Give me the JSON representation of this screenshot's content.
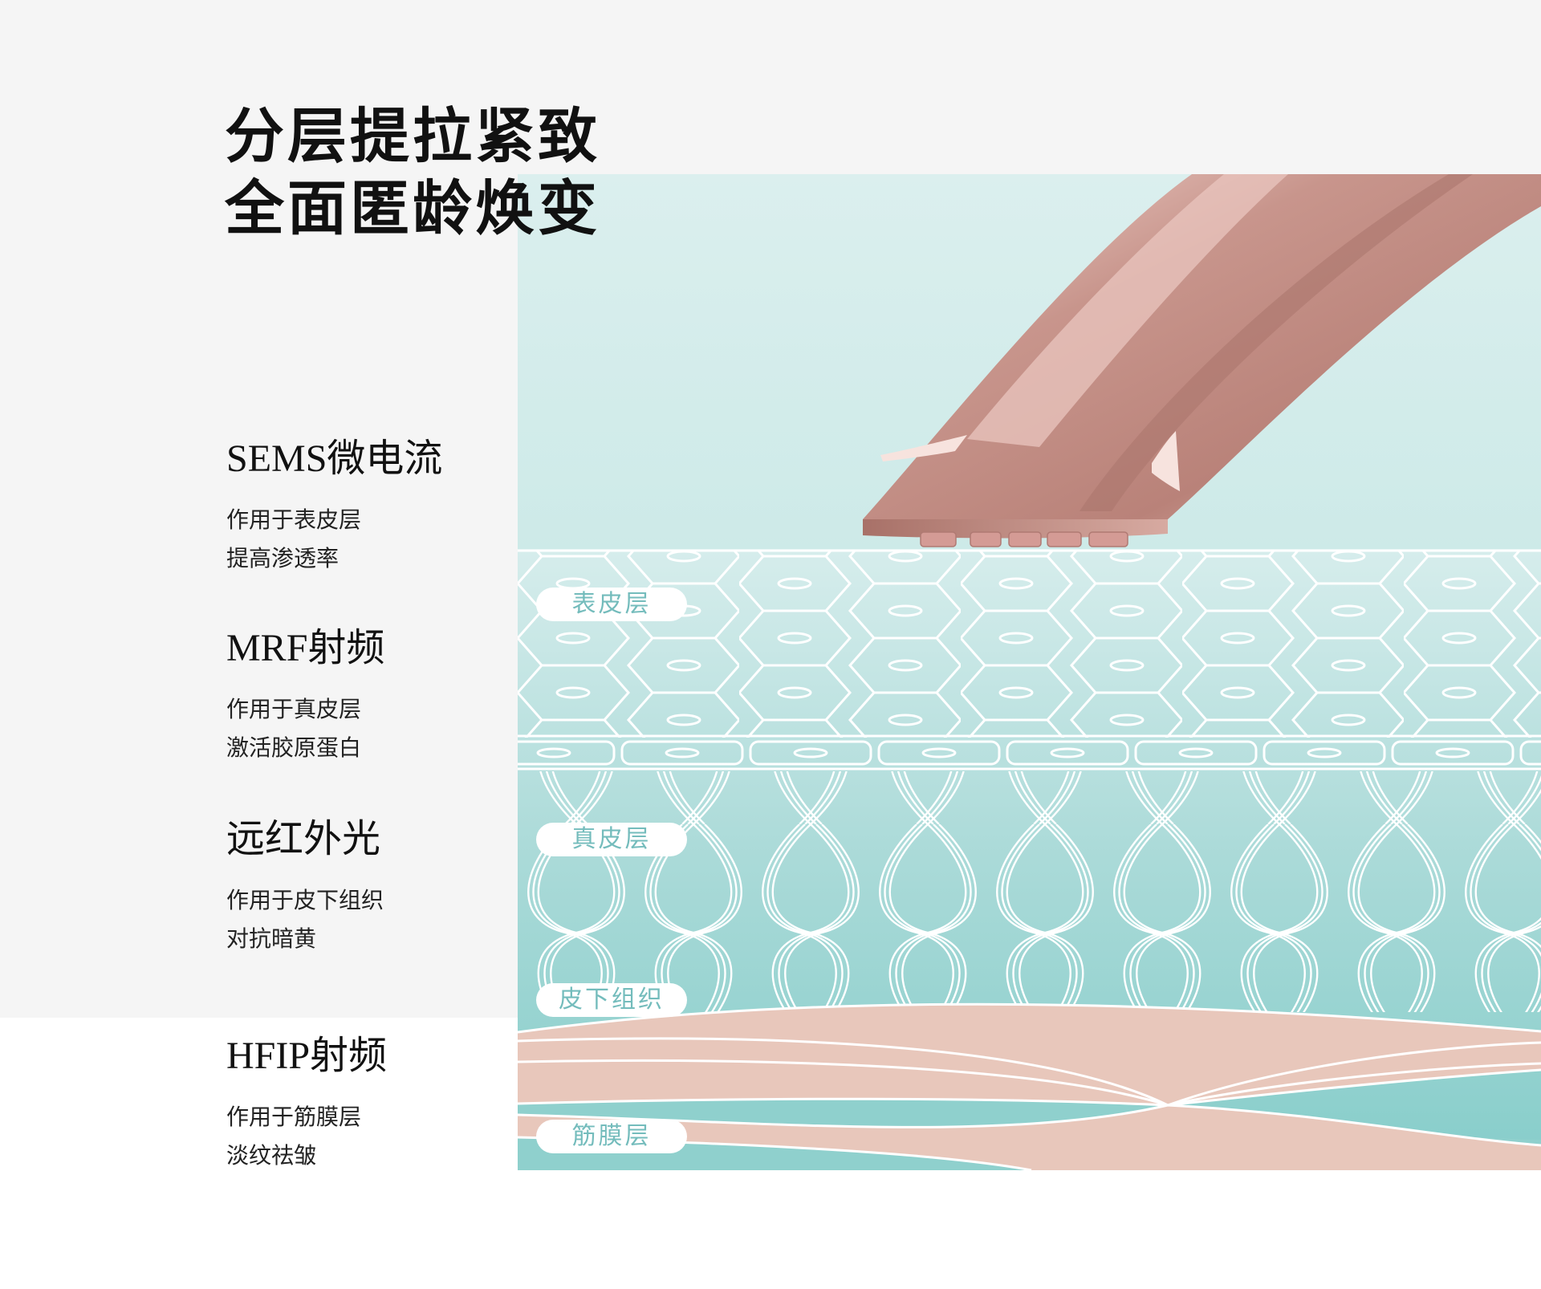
{
  "title": {
    "line1": "分层提拉紧致",
    "line2": "全面匿龄焕变"
  },
  "techs": [
    {
      "name": "SEMS微电流",
      "desc1": "作用于表皮层",
      "desc2": "提高渗透率"
    },
    {
      "name": "MRF射频",
      "desc1": "作用于真皮层",
      "desc2": "激活胶原蛋白"
    },
    {
      "name": "远红外光",
      "desc1": "作用于皮下组织",
      "desc2": "对抗暗黄"
    },
    {
      "name": "HFIP射频",
      "desc1": "作用于筋膜层",
      "desc2": "淡纹祛皱"
    }
  ],
  "layers": {
    "epidermis": "表皮层",
    "dermis": "真皮层",
    "subcutaneous": "皮下组织",
    "fascia": "筋膜层"
  },
  "colors": {
    "teal_top": "#d9eeed",
    "teal_bottom": "#8dcfcd",
    "muscle_pink": "#e8c7bb",
    "device_rose": "#c9958c",
    "label_text": "#74bcbc"
  }
}
